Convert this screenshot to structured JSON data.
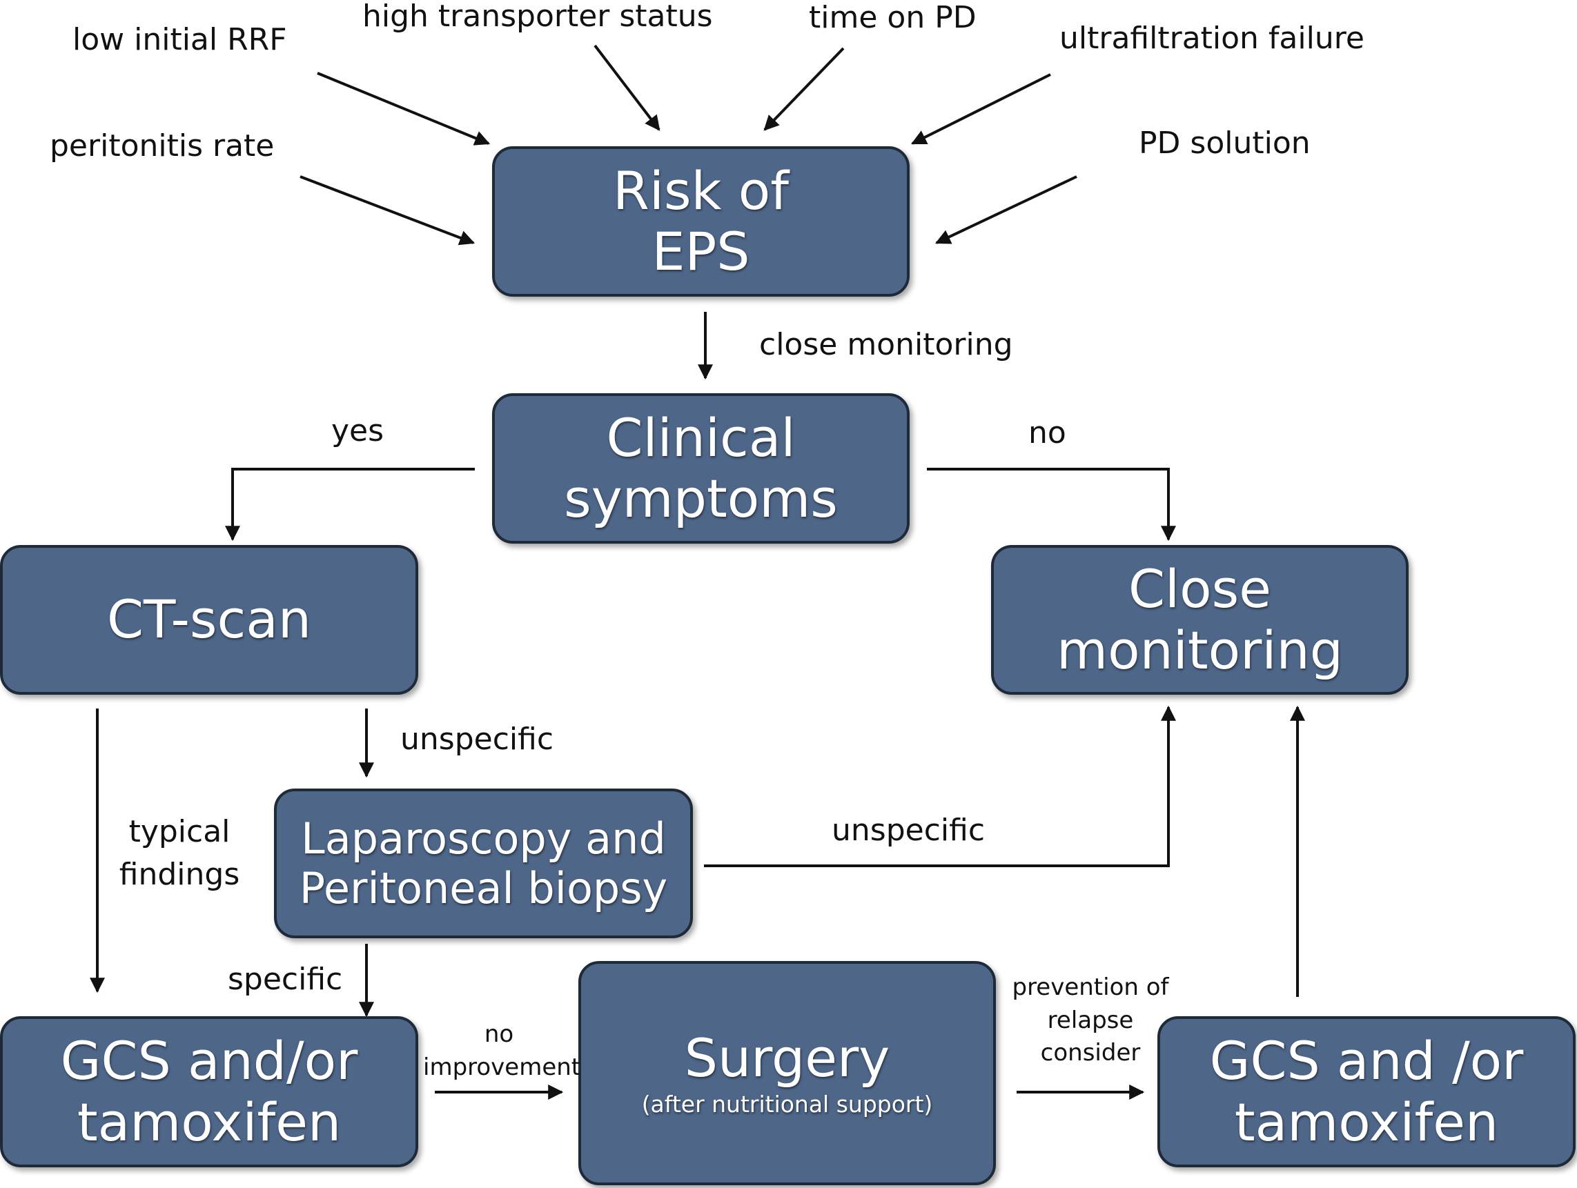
{
  "factors": {
    "low_initial_rrf": "low initial RRF",
    "high_transporter": "high transporter status",
    "time_on_pd": "time on PD",
    "uf_failure": "ultrafiltration failure",
    "peritonitis_rate": "peritonitis rate",
    "pd_solution": "PD solution"
  },
  "nodes": {
    "risk": [
      "Risk of",
      "EPS"
    ],
    "clinical": [
      "Clinical",
      "symptoms"
    ],
    "ct": "CT-scan",
    "close": [
      "Close",
      "monitoring"
    ],
    "lap": [
      "Laparoscopy and",
      "Peritoneal biopsy"
    ],
    "gcs_left": [
      "GCS and/or",
      "tamoxifen"
    ],
    "surgery": {
      "title": "Surgery",
      "note": "(after nutritional support)"
    },
    "gcs_right": [
      "GCS and /or",
      "tamoxifen"
    ]
  },
  "edges": {
    "close_monitoring": "close monitoring",
    "yes": "yes",
    "no": "no",
    "unspecific_ct": "unspecific",
    "typical": [
      "typical",
      "findings"
    ],
    "unspecific_lap": "unspecific",
    "specific": "specific",
    "no_improvement": [
      "no",
      "improvement"
    ],
    "prevention": [
      "prevention of",
      "relapse",
      "consider"
    ]
  }
}
